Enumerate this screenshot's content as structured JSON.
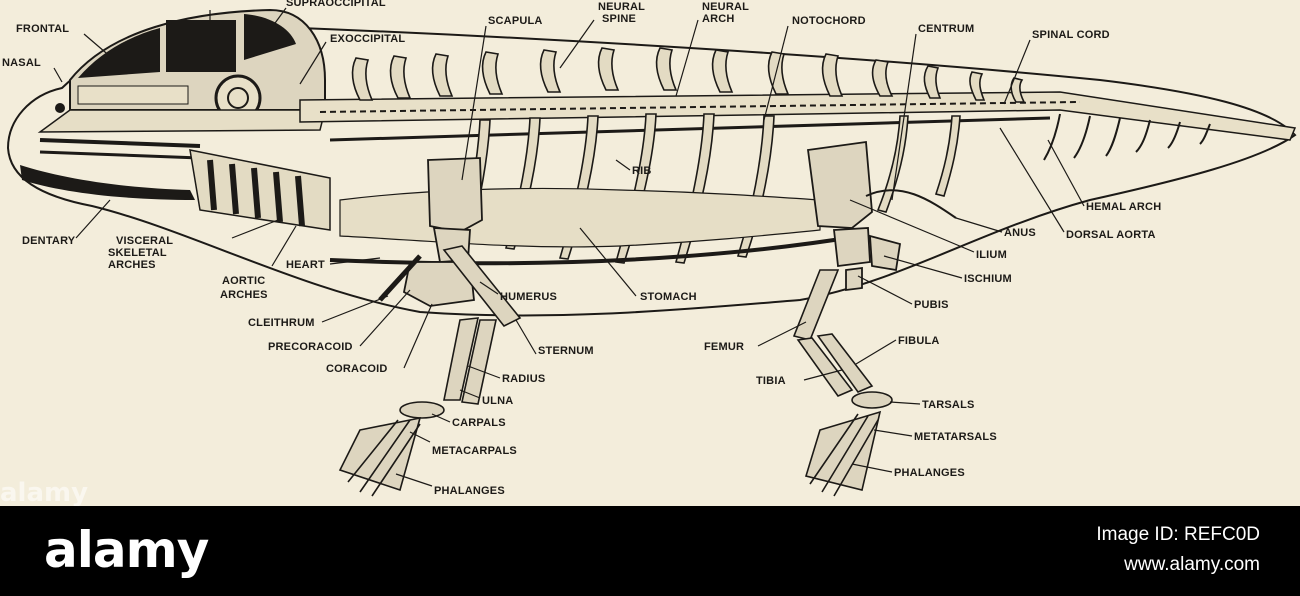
{
  "labels": {
    "supraoccipital": "SUPRAOCCIPITAL",
    "frontal": "FRONTAL",
    "nasal": "NASAL",
    "exoccipital": "EXOCCIPITAL",
    "scapula": "SCAPULA",
    "neural_spine_1": "NEURAL",
    "neural_spine_2": "SPINE",
    "neural_arch_1": "NEURAL",
    "neural_arch_2": "ARCH",
    "notochord": "NOTOCHORD",
    "centrum": "CENTRUM",
    "spinal_cord": "SPINAL CORD",
    "rib": "RIB",
    "hemal_arch": "HEMAL ARCH",
    "dorsal_aorta": "DORSAL AORTA",
    "anus": "ANUS",
    "ilium": "ILIUM",
    "ischium": "ISCHIUM",
    "pubis": "PUBIS",
    "dentary": "DENTARY",
    "visceral_1": "VISCERAL",
    "visceral_2": "SKELETAL",
    "visceral_3": "ARCHES",
    "aortic_1": "AORTIC",
    "aortic_2": "ARCHES",
    "heart": "HEART",
    "humerus": "HUMERUS",
    "stomach": "STOMACH",
    "cleithrum": "CLEITHRUM",
    "precoracoid": "PRECORACOID",
    "coracoid": "CORACOID",
    "sternum": "STERNUM",
    "radius": "RADIUS",
    "ulna": "ULNA",
    "carpals": "CARPALS",
    "metacarpals": "METACARPALS",
    "phalanges_fore": "PHALANGES",
    "femur": "FEMUR",
    "fibula": "FIBULA",
    "tibia": "TIBIA",
    "tarsals": "TARSALS",
    "metatarsals": "METATARSALS",
    "phalanges_hind": "PHALANGES"
  },
  "footer": {
    "logo": "alamy",
    "image_id": "Image ID: REFC0D",
    "site": "www.alamy.com"
  },
  "watermark": "alamy",
  "colors": {
    "paper": "#f3eddb",
    "ink": "#1c1a17",
    "footer": "#000000"
  }
}
